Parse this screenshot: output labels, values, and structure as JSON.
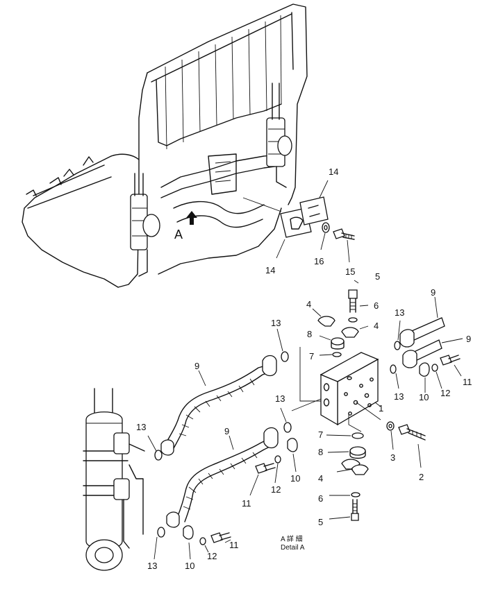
{
  "detail_marker": "A",
  "caption": {
    "line1": "A 詳 細",
    "line2": "Detail A"
  },
  "callouts": {
    "c1": "1",
    "c2": "2",
    "c3": "3",
    "c4a": "4",
    "c4b": "4",
    "c4c": "4",
    "c5a": "5",
    "c5b": "5",
    "c6a": "6",
    "c6b": "6",
    "c7a": "7",
    "c7b": "7",
    "c8a": "8",
    "c8b": "8",
    "c9a": "9",
    "c9b": "9",
    "c9c": "9",
    "c9d": "9",
    "c10a": "10",
    "c10b": "10",
    "c10c": "10",
    "c11a": "11",
    "c11b": "11",
    "c11c": "11",
    "c12a": "12",
    "c12b": "12",
    "c12c": "12",
    "c13a": "13",
    "c13b": "13",
    "c13c": "13",
    "c13d": "13",
    "c13e": "13",
    "c13f": "13",
    "c14a": "14",
    "c14b": "14",
    "c15": "15",
    "c16": "16"
  }
}
